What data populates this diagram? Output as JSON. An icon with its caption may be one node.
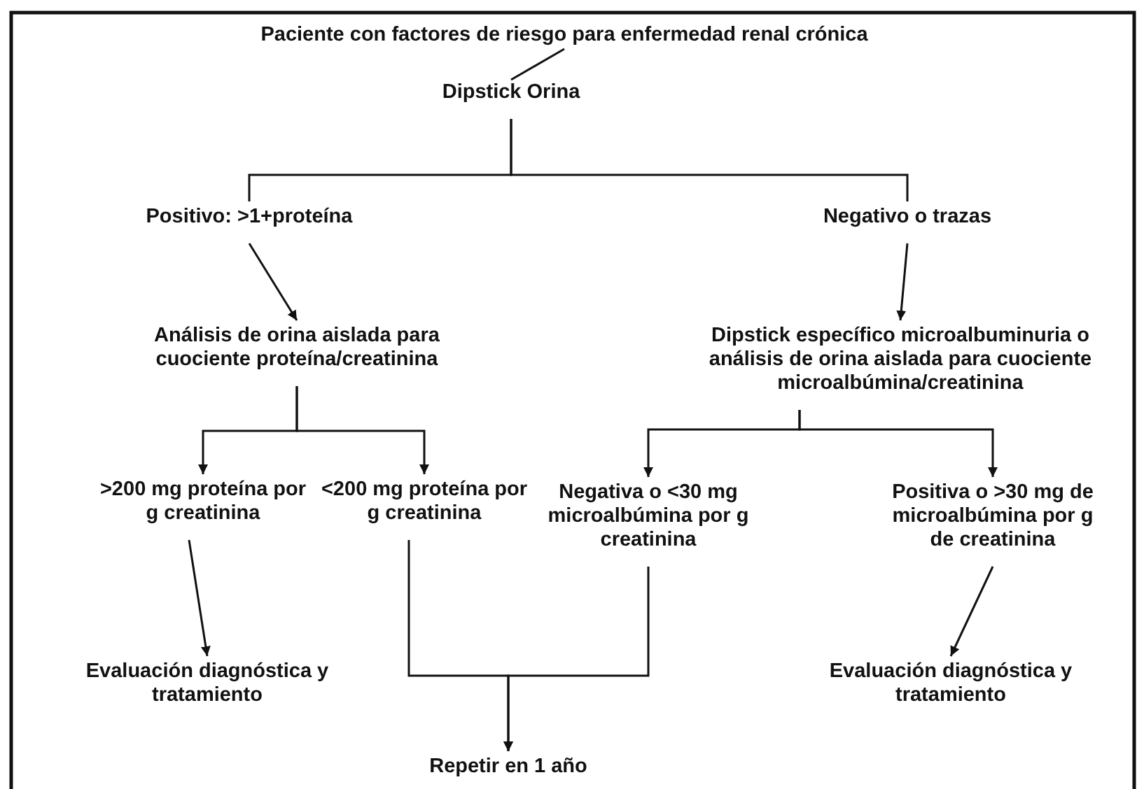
{
  "diagram": {
    "nodes": [
      {
        "text": [
          "Paciente con factores de riesgo para enfermedad renal crónica"
        ]
      },
      {
        "text": [
          "Dipstick Orina"
        ]
      },
      {
        "text": [
          "Positivo: >1+proteína"
        ]
      },
      {
        "text": [
          "Negativo o trazas"
        ]
      },
      {
        "text": [
          "Análisis de orina aislada para cuociente proteína/creatinina"
        ]
      },
      {
        "text": [
          "Dipstick específico microalbuminuria o análisis de orina aislada para cuociente microalbúmina/creatinina"
        ]
      },
      {
        "text": [
          ">200 mg proteína por g creatinina"
        ]
      },
      {
        "text": [
          "<200 mg proteína por g creatinina"
        ]
      },
      {
        "text": [
          "Negativa o <30 mg microalbúmina por g creatinina"
        ]
      },
      {
        "text": [
          "Positiva o >30 mg de microalbúmina por g de creatinina"
        ]
      },
      {
        "text": [
          "Evaluación diagnóstica y tratamiento"
        ]
      },
      {
        "text": [
          "Repetir en 1 año"
        ]
      },
      {
        "text": [
          "Evaluación diagnóstica y tratamiento"
        ]
      }
    ],
    "edges": [
      {
        "from": 0,
        "to": 1,
        "arrow": "none"
      },
      {
        "from": 1,
        "to": 2,
        "arrow": "none"
      },
      {
        "from": 1,
        "to": 3,
        "arrow": "none"
      },
      {
        "from": 2,
        "to": 4,
        "arrow": "to"
      },
      {
        "from": 3,
        "to": 5,
        "arrow": "to"
      },
      {
        "from": 4,
        "to": 6,
        "arrow": "to"
      },
      {
        "from": 4,
        "to": 7,
        "arrow": "to"
      },
      {
        "from": 5,
        "to": 8,
        "arrow": "to"
      },
      {
        "from": 5,
        "to": 9,
        "arrow": "to"
      },
      {
        "from": 6,
        "to": 10,
        "arrow": "to"
      },
      {
        "from": 7,
        "to": 11,
        "arrow": "to"
      },
      {
        "from": 8,
        "to": 11,
        "arrow": "to"
      },
      {
        "from": 9,
        "to": 12,
        "arrow": "to"
      }
    ]
  }
}
